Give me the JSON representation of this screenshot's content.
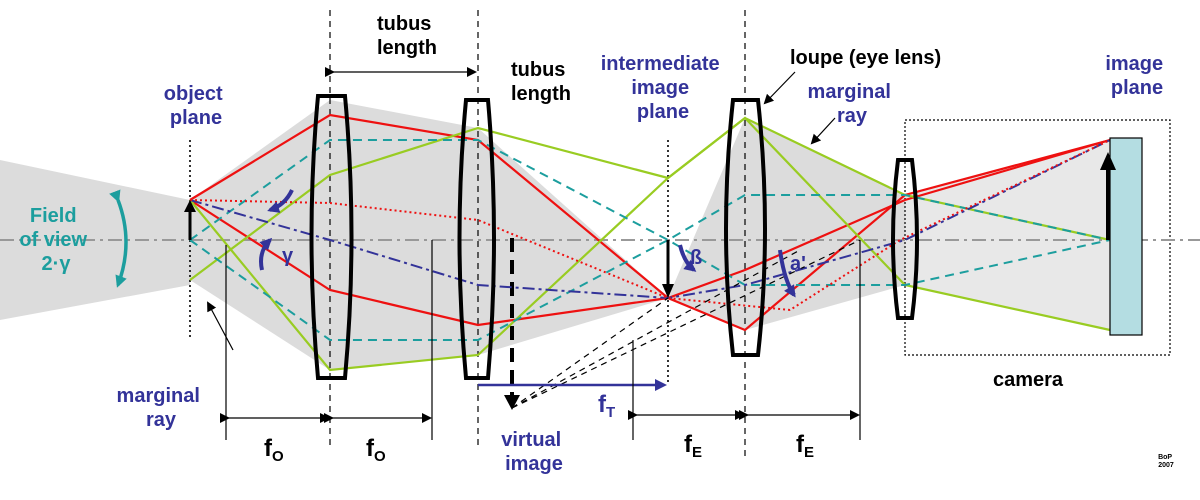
{
  "labels": {
    "object_plane": [
      "object",
      "plane"
    ],
    "tubus_length_top": [
      "tubus",
      "length"
    ],
    "tubus_length_right": [
      "tubus",
      "length"
    ],
    "intermediate_image_plane": [
      "intermediate",
      "image",
      "plane"
    ],
    "loupe": "loupe (eye lens)",
    "marginal_ray_right": [
      "marginal",
      "ray"
    ],
    "image_plane": [
      "image",
      "plane"
    ],
    "field_of_view": [
      "Field",
      "of view",
      "2·γ"
    ],
    "marginal_ray_left": [
      "marginal",
      "ray"
    ],
    "camera": "camera",
    "virtual_image": [
      "virtual",
      "image"
    ],
    "gamma": "γ",
    "beta": "ß",
    "alpha_prime": "a'",
    "f_o_main": "f",
    "f_o_sub": "O",
    "f_t_main": "f",
    "f_t_sub": "T",
    "f_e_main": "f",
    "f_e_sub": "E",
    "signature": [
      "BoP",
      "2007"
    ]
  },
  "colors": {
    "ray_red": "#ee1111",
    "ray_green": "#99cc22",
    "ray_teal": "#1c9e9e",
    "label_blue": "#333399",
    "label_teal": "#1c9e9e",
    "shade": "#dcdcdc",
    "sensor": "#b4dde2"
  }
}
